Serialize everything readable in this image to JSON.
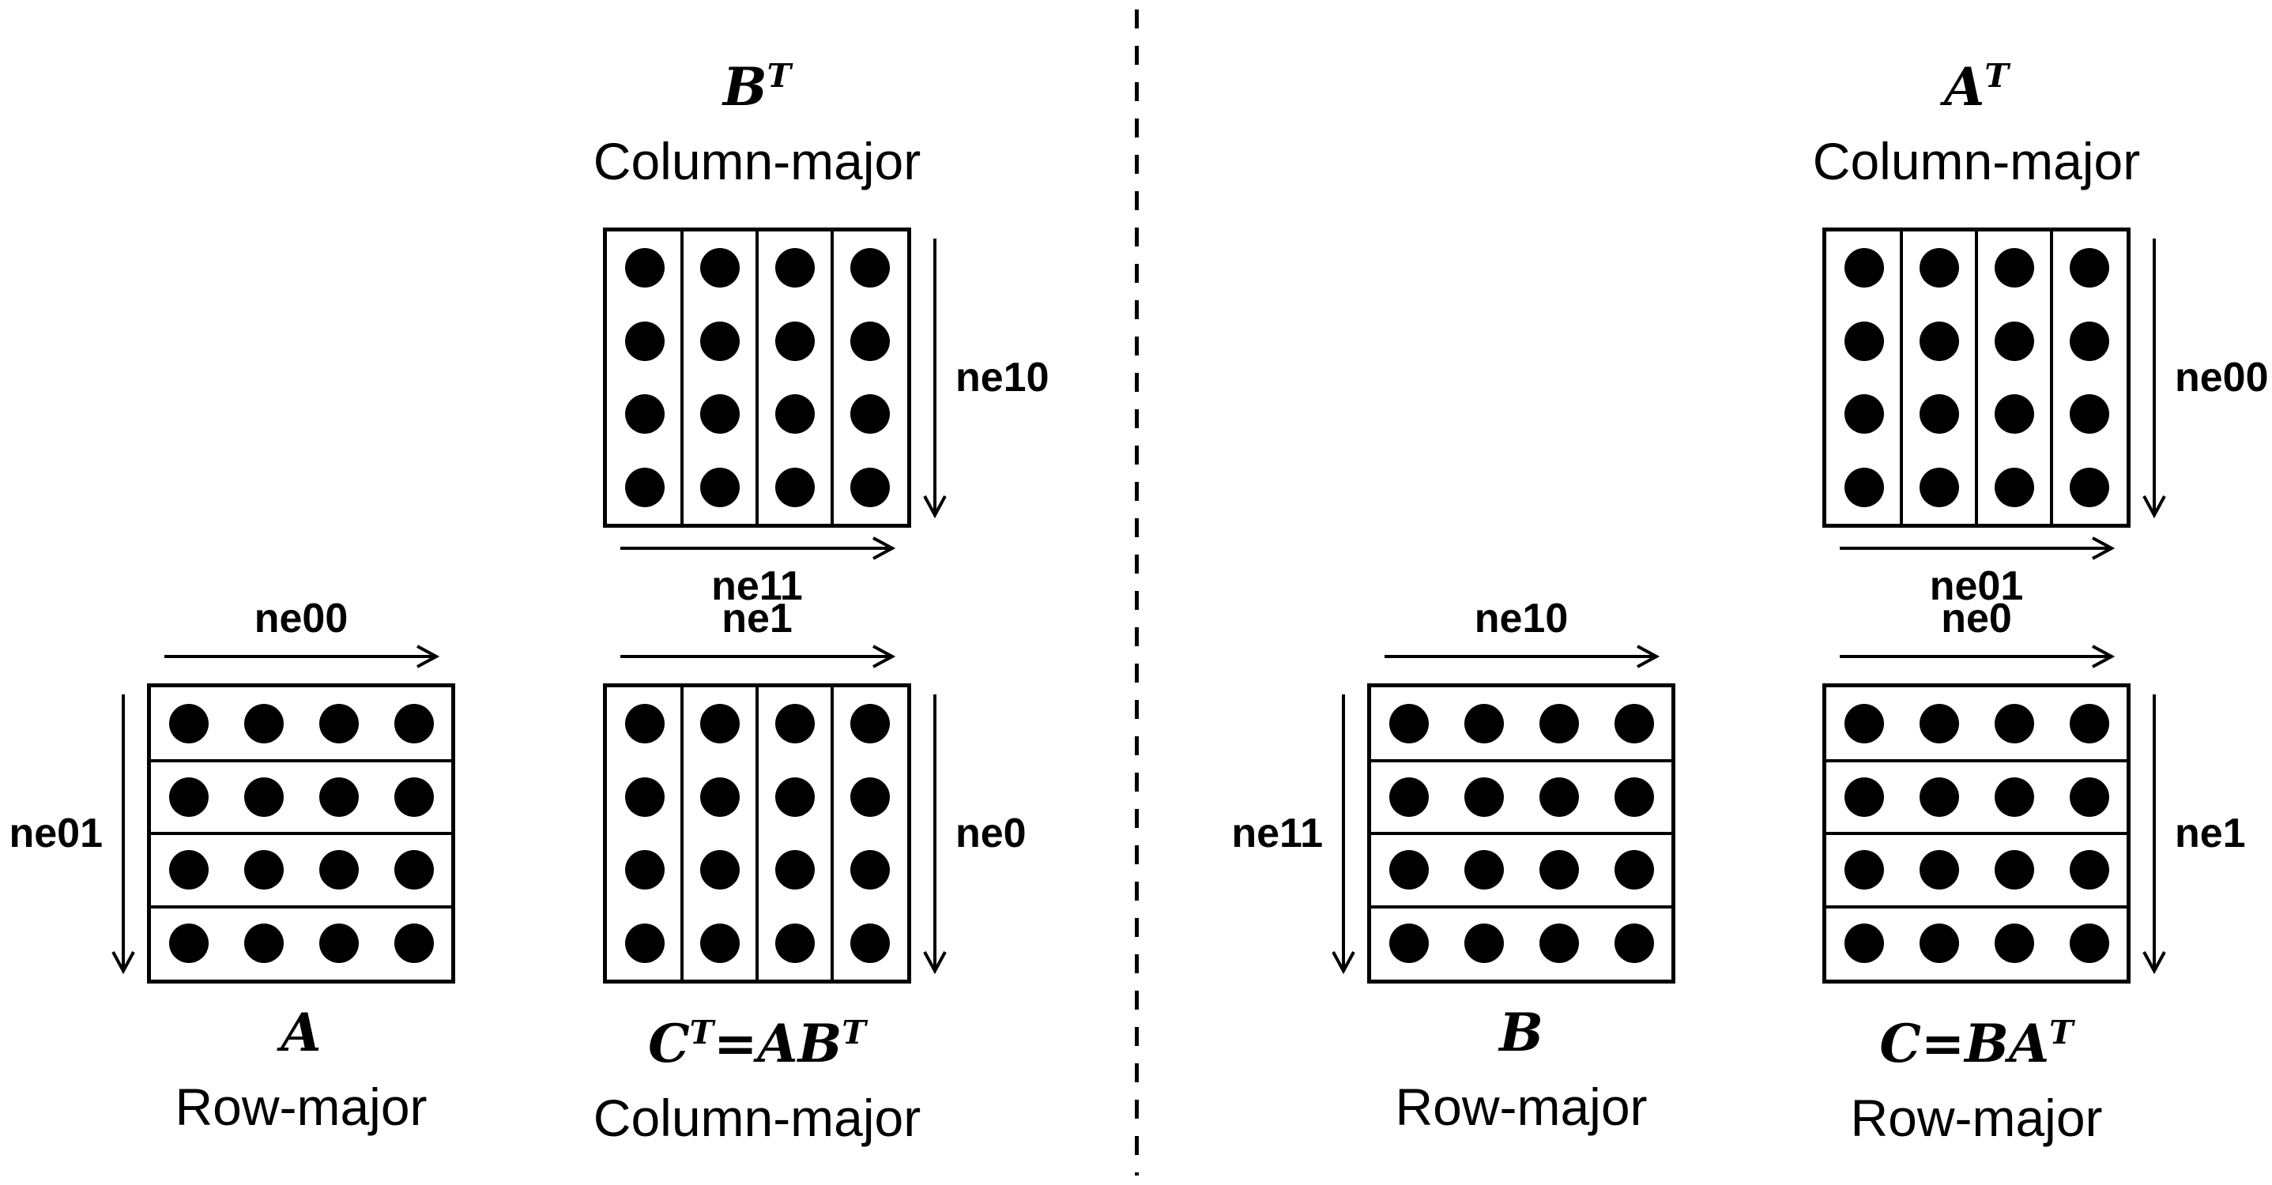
{
  "figure": {
    "description": "Matrix memory-layout diagram: row-major vs column-major operands for C^T = A B^T (left panel) and C = B A^T (right panel)",
    "colors": {
      "ink": "#000000",
      "background": "#ffffff"
    },
    "panels": [
      {
        "id": "left",
        "matrices": [
          {
            "id": "bt",
            "title": "B^T",
            "storage": "Column-major",
            "orientation": "columns",
            "rows": 4,
            "cols": 4,
            "caption_position": "above",
            "arrows": [
              {
                "side": "right",
                "label": "ne10",
                "direction": "down"
              },
              {
                "side": "bottom",
                "label": "ne11",
                "direction": "right"
              }
            ]
          },
          {
            "id": "a",
            "title": "A",
            "storage": "Row-major",
            "orientation": "rows",
            "rows": 4,
            "cols": 4,
            "caption_position": "below",
            "arrows": [
              {
                "side": "top",
                "label": "ne00",
                "direction": "right"
              },
              {
                "side": "left",
                "label": "ne01",
                "direction": "down"
              }
            ]
          },
          {
            "id": "ct",
            "title": "C^T=AB^T",
            "storage": "Column-major",
            "orientation": "columns",
            "rows": 4,
            "cols": 4,
            "caption_position": "below",
            "arrows": [
              {
                "side": "top",
                "label": "ne1",
                "direction": "right"
              },
              {
                "side": "right",
                "label": "ne0",
                "direction": "down"
              }
            ]
          }
        ]
      },
      {
        "id": "right",
        "matrices": [
          {
            "id": "at",
            "title": "A^T",
            "storage": "Column-major",
            "orientation": "columns",
            "rows": 4,
            "cols": 4,
            "caption_position": "above",
            "arrows": [
              {
                "side": "right",
                "label": "ne00",
                "direction": "down"
              },
              {
                "side": "bottom",
                "label": "ne01",
                "direction": "right"
              }
            ]
          },
          {
            "id": "b",
            "title": "B",
            "storage": "Row-major",
            "orientation": "rows",
            "rows": 4,
            "cols": 4,
            "caption_position": "below",
            "arrows": [
              {
                "side": "top",
                "label": "ne10",
                "direction": "right"
              },
              {
                "side": "left",
                "label": "ne11",
                "direction": "down"
              }
            ]
          },
          {
            "id": "c",
            "title": "C=BA^T",
            "storage": "Row-major",
            "orientation": "rows",
            "rows": 4,
            "cols": 4,
            "caption_position": "below",
            "arrows": [
              {
                "side": "top",
                "label": "ne0",
                "direction": "right"
              },
              {
                "side": "right",
                "label": "ne1",
                "direction": "down"
              }
            ]
          }
        ]
      }
    ]
  }
}
